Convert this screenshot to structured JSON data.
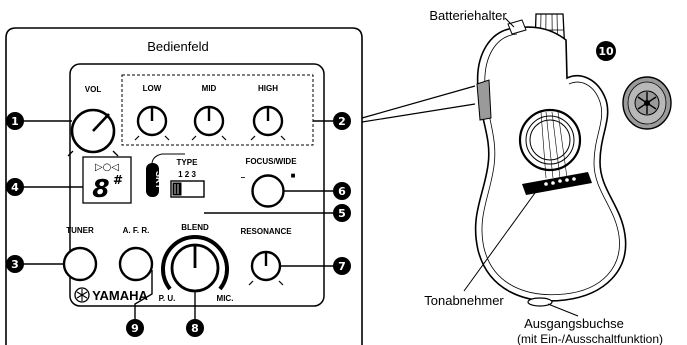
{
  "panel": {
    "title": "Bedienfeld",
    "vol": "VOL",
    "low": "LOW",
    "mid": "MID",
    "high": "HIGH",
    "type": "TYPE",
    "type_positions": "1 2 3",
    "focus_wide": "FOCUS/WIDE",
    "tuner": "TUNER",
    "afr": "A. F. R.",
    "blend": "BLEND",
    "blend_left": "P. U.",
    "blend_right": "MIC.",
    "resonance": "RESONANCE",
    "srt": "SRT",
    "brand": "YAMAHA",
    "display_digit": "8",
    "display_sharp": "#",
    "display_indicator": "▷○◁",
    "minus": "–",
    "square": "■"
  },
  "callouts": {
    "n1": "1",
    "n2": "2",
    "n3": "3",
    "n4": "4",
    "n5": "5",
    "n6": "6",
    "n7": "7",
    "n8": "8",
    "n9": "9",
    "n10": "10"
  },
  "guitar": {
    "battery_holder": "Batteriehalter",
    "pickup": "Tonabnehmer",
    "output_jack": "Ausgangsbuchse",
    "output_jack_note": "(mit Ein-/Ausschaltfunktion)"
  },
  "colors": {
    "ink": "#000000",
    "paper": "#ffffff",
    "gray": "#9a9a9a"
  }
}
